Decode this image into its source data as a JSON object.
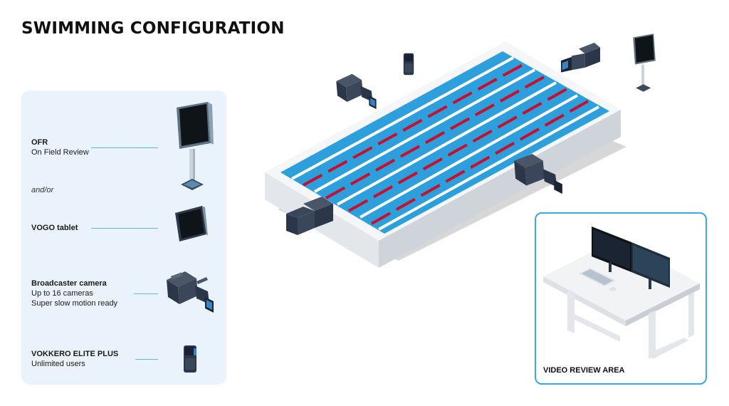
{
  "title": "SWIMMING CONFIGURATION",
  "legend": {
    "ofr": {
      "title": "OFR",
      "subtitle": "On Field Review"
    },
    "andor": "and/or",
    "tablet": {
      "title": "VOGO tablet"
    },
    "camera": {
      "title": "Broadcaster camera",
      "line1": "Up to 16 cameras",
      "line2": "Super slow motion ready"
    },
    "vokkero": {
      "title": "VOKKERO ELITE PLUS",
      "subtitle": "Unlimited users"
    }
  },
  "review_area": {
    "label": "VIDEO REVIEW AREA"
  },
  "colors": {
    "panel": "#eaf3fb",
    "accent": "#3ba8e0",
    "water": "#2d9fdc",
    "lane_red": "#c8102e",
    "lane_white": "#ffffff",
    "device": "#2b3648"
  },
  "icons": [
    "monitor-stand-icon",
    "tablet-icon",
    "broadcast-camera-icon",
    "radio-device-icon",
    "desk-icon"
  ]
}
